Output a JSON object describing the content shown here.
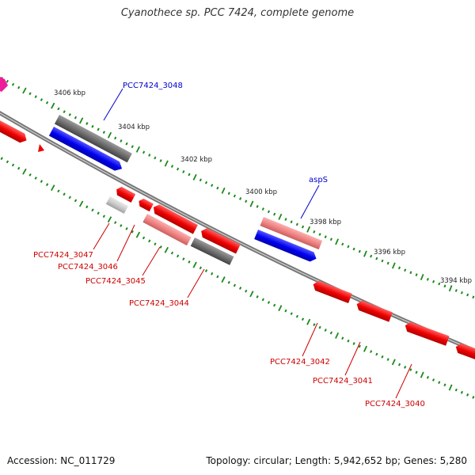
{
  "title": "Cyanothece sp. PCC 7424, complete genome",
  "footer": {
    "accession": "Accession: NC_011729",
    "summary": "Topology: circular; Length: 5,942,652 bp; Genes: 5,280"
  },
  "colors": {
    "forward_gene": "#0000ee",
    "reverse_gene": "#ee0000",
    "light_red_gene": "#f08080",
    "pseudo_gray": "#707070",
    "light_gray": "#c8c8c8",
    "tick": "#1a8a1a",
    "backbone": "#888888",
    "magenta": "#ee1d9a"
  },
  "ticks": [
    {
      "label": "3406 kbp"
    },
    {
      "label": "3404 kbp"
    },
    {
      "label": "3402 kbp"
    },
    {
      "label": "3400 kbp"
    },
    {
      "label": "3398 kbp"
    },
    {
      "label": "3396 kbp"
    },
    {
      "label": "3394 kbp"
    }
  ],
  "genes": [
    {
      "label": "PCC7424_3048",
      "strand": "forward",
      "color": "blue"
    },
    {
      "label": "aspS",
      "strand": "forward",
      "color": "blue"
    },
    {
      "label": "PCC7424_3047",
      "strand": "reverse",
      "color": "red"
    },
    {
      "label": "PCC7424_3046",
      "strand": "reverse",
      "color": "red"
    },
    {
      "label": "PCC7424_3045",
      "strand": "reverse",
      "color": "red"
    },
    {
      "label": "PCC7424_3044",
      "strand": "reverse",
      "color": "red"
    },
    {
      "label": "PCC7424_3042",
      "strand": "reverse",
      "color": "red"
    },
    {
      "label": "PCC7424_3041",
      "strand": "reverse",
      "color": "red"
    },
    {
      "label": "PCC7424_3040",
      "strand": "reverse",
      "color": "red"
    }
  ]
}
